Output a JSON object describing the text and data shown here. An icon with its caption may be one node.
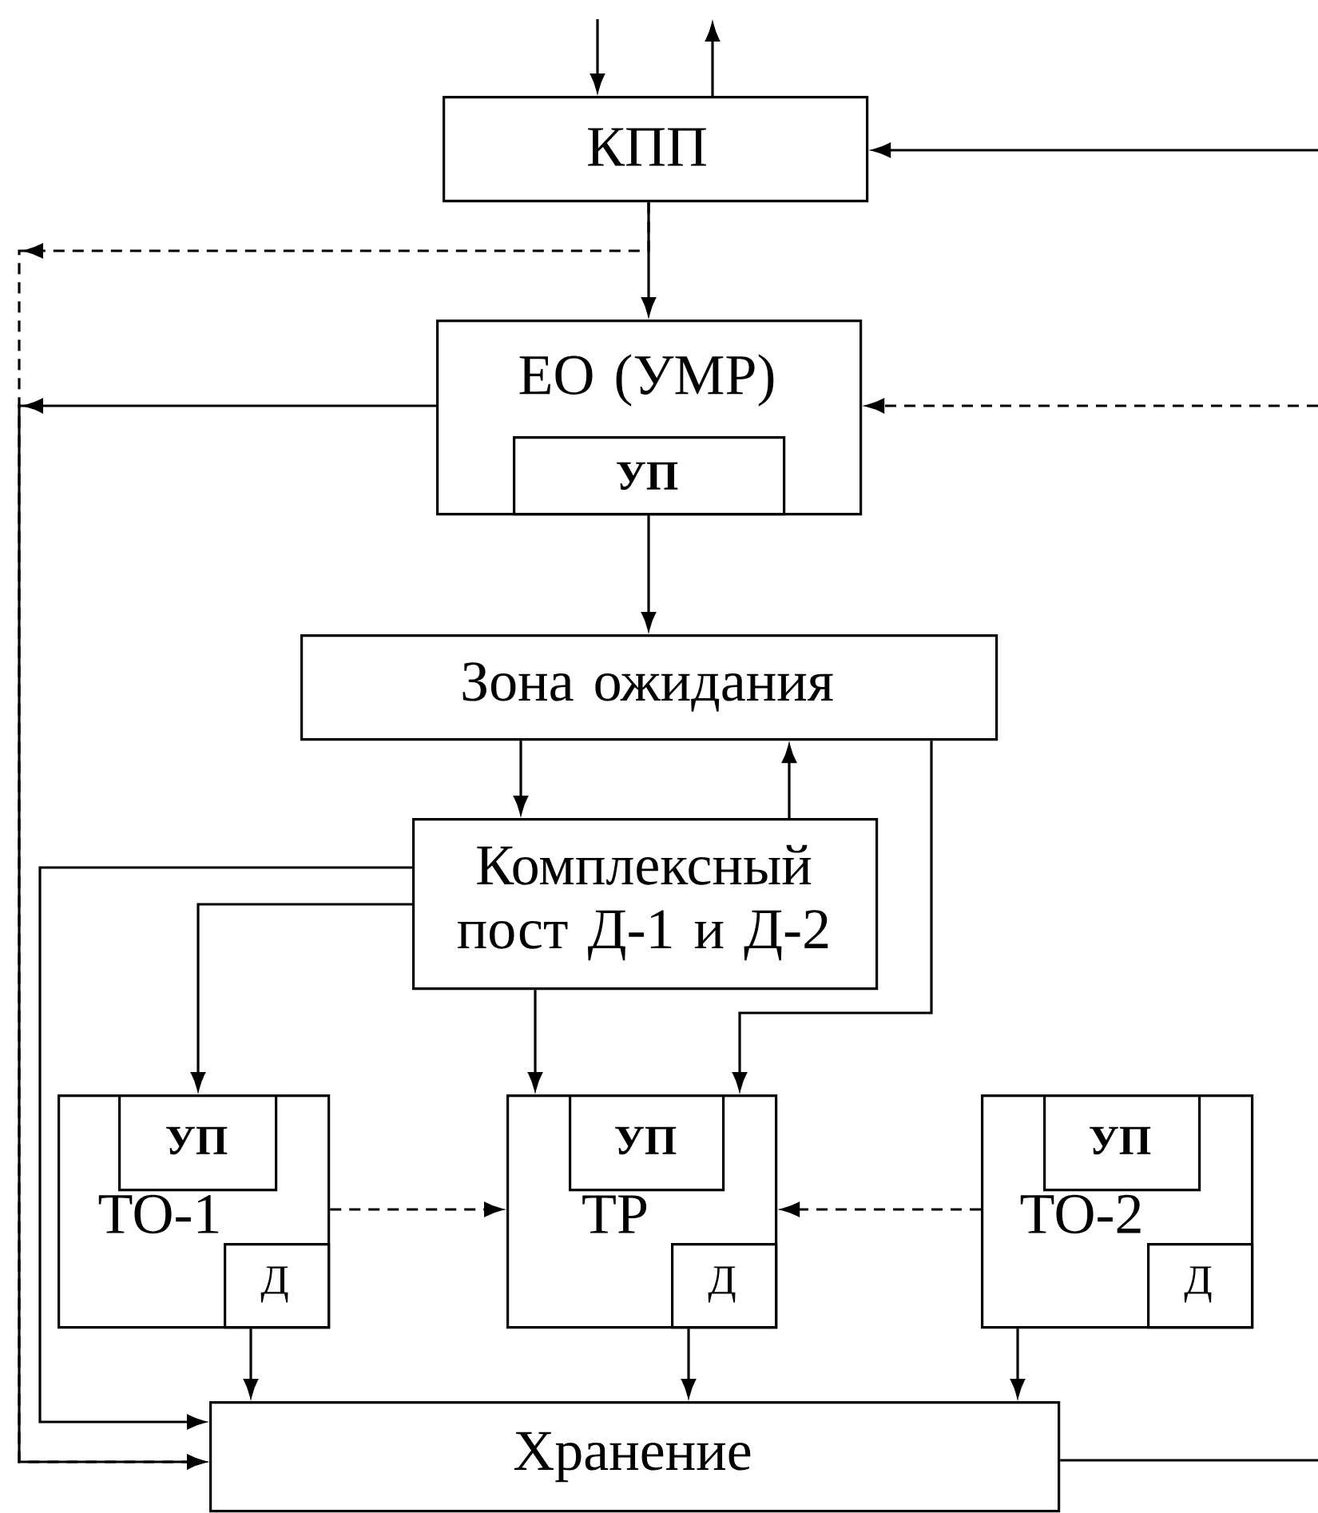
{
  "diagram": {
    "nodes": [
      {
        "text": [
          "КПП"
        ]
      },
      {
        "text": [
          "ЕО (УМР)"
        ]
      },
      {
        "text": [
          "УП"
        ],
        "in": 1
      },
      {
        "text": [
          "Зона ожидания"
        ]
      },
      {
        "text": [
          "Комплексный пост Д-1 и Д-2"
        ]
      },
      {
        "text": [
          "ТО-1"
        ]
      },
      {
        "text": [
          "УП"
        ],
        "in": 5
      },
      {
        "text": [
          "Д"
        ],
        "in": 5
      },
      {
        "text": [
          "ТР"
        ]
      },
      {
        "text": [
          "УП"
        ],
        "in": 8
      },
      {
        "text": [
          "Д"
        ],
        "in": 8
      },
      {
        "text": [
          "ТО-2"
        ]
      },
      {
        "text": [
          "УП"
        ],
        "in": 11
      },
      {
        "text": [
          "Д"
        ],
        "in": 11
      },
      {
        "text": [
          "Хранение"
        ]
      }
    ],
    "edges": [
      {
        "from": null,
        "to": 0,
        "arrow": "to"
      },
      {
        "from": 0,
        "to": null,
        "arrow": "to"
      },
      {
        "from": null,
        "to": 0,
        "arrow": "to"
      },
      {
        "from": 0,
        "to": 1,
        "arrow": "to"
      },
      {
        "from": 0,
        "to": 14,
        "arrow": "to",
        "style": "dashed"
      },
      {
        "from": 1,
        "to": 14,
        "arrow": "to"
      },
      {
        "from": null,
        "to": 1,
        "arrow": "to",
        "style": "dashed"
      },
      {
        "from": 1,
        "to": 3,
        "arrow": "to"
      },
      {
        "from": 3,
        "to": 4,
        "arrow": "to"
      },
      {
        "from": 4,
        "to": 3,
        "arrow": "to"
      },
      {
        "from": 3,
        "to": 8,
        "arrow": "to"
      },
      {
        "from": 4,
        "to": 14,
        "arrow": "to"
      },
      {
        "from": 4,
        "to": 5,
        "arrow": "to"
      },
      {
        "from": 4,
        "to": 8,
        "arrow": "to"
      },
      {
        "from": 5,
        "to": 8,
        "arrow": "to",
        "style": "dashed"
      },
      {
        "from": 11,
        "to": 8,
        "arrow": "to",
        "style": "dashed"
      },
      {
        "from": 7,
        "to": 14,
        "arrow": "to"
      },
      {
        "from": 10,
        "to": 14,
        "arrow": "to"
      },
      {
        "from": 11,
        "to": 14,
        "arrow": "to"
      },
      {
        "from": 14,
        "to": null,
        "arrow": "none"
      }
    ]
  }
}
